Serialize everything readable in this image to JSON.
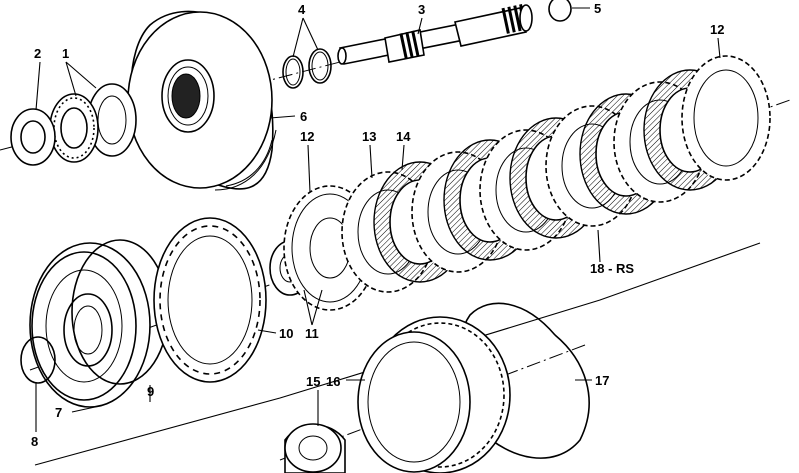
{
  "diagram": {
    "labels": {
      "l1": "1",
      "l2": "2",
      "l3": "3",
      "l4": "4",
      "l5": "5",
      "l6": "6",
      "l7": "7",
      "l8": "8",
      "l9": "9",
      "l10": "10",
      "l11": "11",
      "l12a": "12",
      "l12b": "12",
      "l13": "13",
      "l14": "14",
      "l15": "15",
      "l16": "16",
      "l17": "17",
      "l18": "18 - RS"
    }
  }
}
